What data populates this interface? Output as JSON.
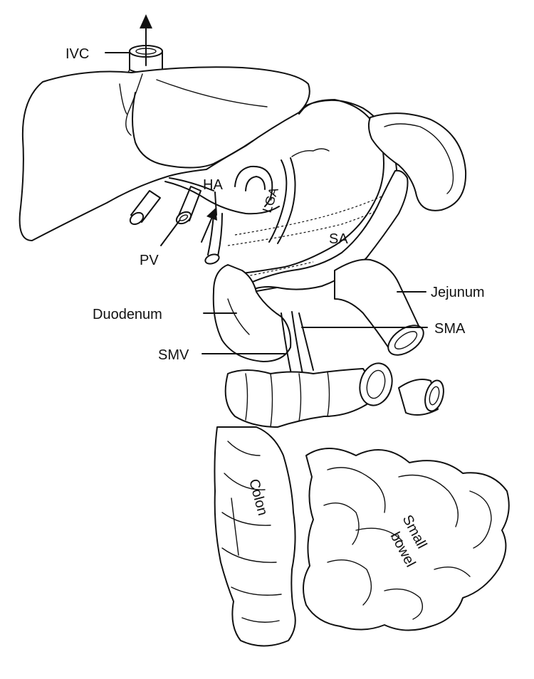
{
  "diagram": {
    "labels": {
      "ivc": "IVC",
      "ha": "HA",
      "lga": "LGA",
      "pv": "PV",
      "sa": "SA",
      "jejunum": "Jejunum",
      "duodenum": "Duodenum",
      "sma": "SMA",
      "smv": "SMV",
      "colon": "Colon",
      "small_bowel_line1": "Small",
      "small_bowel_line2": "bowel"
    },
    "colors": {
      "ink": "#111111",
      "paper": "#ffffff"
    }
  }
}
